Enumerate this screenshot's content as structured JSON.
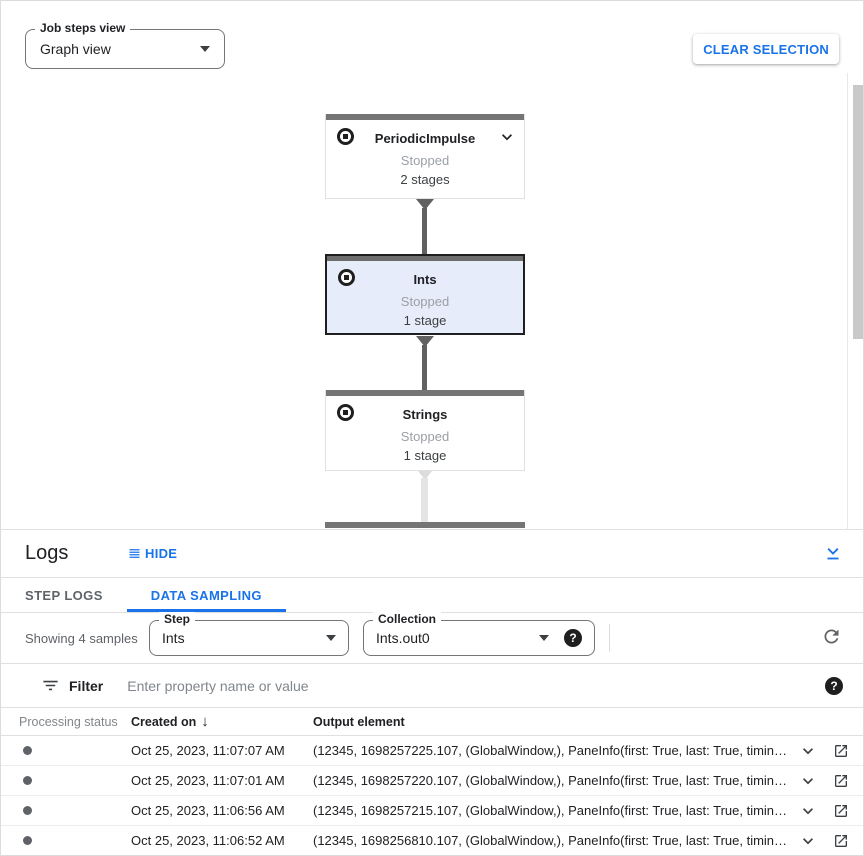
{
  "colors": {
    "accent": "#1a73e8",
    "node_bar": "#757575",
    "selected_node_bg": "#e7ecfa",
    "status_gray": "#9aa0a6"
  },
  "toolbar": {
    "view_select": {
      "label": "Job steps view",
      "value": "Graph view"
    },
    "clear_selection_label": "CLEAR SELECTION"
  },
  "graph": {
    "nodes": [
      {
        "title": "PeriodicImpulse",
        "status": "Stopped",
        "stages": "2 stages"
      },
      {
        "title": "Ints",
        "status": "Stopped",
        "stages": "1 stage"
      },
      {
        "title": "Strings",
        "status": "Stopped",
        "stages": "1 stage"
      }
    ]
  },
  "logs": {
    "title": "Logs",
    "hide_label": "HIDE",
    "tabs": {
      "step_logs": "STEP LOGS",
      "data_sampling": "DATA SAMPLING"
    },
    "controls": {
      "summary": "Showing 4 samples",
      "step": {
        "label": "Step",
        "value": "Ints"
      },
      "collection": {
        "label": "Collection",
        "value": "Ints.out0"
      },
      "help_glyph": "?"
    },
    "filter": {
      "label": "Filter",
      "placeholder": "Enter property name or value",
      "help_glyph": "?"
    },
    "table": {
      "headers": {
        "status": "Processing status",
        "created": "Created on",
        "output": "Output element",
        "sort_glyph": "↓"
      },
      "rows": [
        {
          "created": "Oct 25, 2023, 11:07:07 AM",
          "output": "(12345, 1698257225.107, (GlobalWindow,), PaneInfo(first: True, last: True, timing…"
        },
        {
          "created": "Oct 25, 2023, 11:07:01 AM",
          "output": "(12345, 1698257220.107, (GlobalWindow,), PaneInfo(first: True, last: True, timing…"
        },
        {
          "created": "Oct 25, 2023, 11:06:56 AM",
          "output": "(12345, 1698257215.107, (GlobalWindow,), PaneInfo(first: True, last: True, timing…"
        },
        {
          "created": "Oct 25, 2023, 11:06:52 AM",
          "output": "(12345, 1698256810.107, (GlobalWindow,), PaneInfo(first: True, last: True, timing…"
        }
      ]
    }
  }
}
